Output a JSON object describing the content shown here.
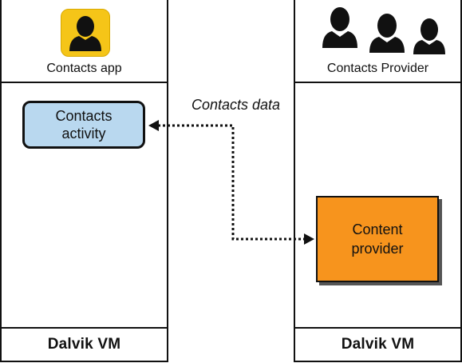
{
  "left_column": {
    "app_label": "Contacts app",
    "activity_box": {
      "line1": "Contacts",
      "line2": "activity"
    },
    "footer": "Dalvik VM",
    "icon": "person-silhouette-icon",
    "icon_color": "#f5c518",
    "box_color": "#b9d8ef"
  },
  "right_column": {
    "app_label": "Contacts Provider",
    "provider_box": {
      "line1": "Content",
      "line2": "provider"
    },
    "footer": "Dalvik VM",
    "icon": "people-group-icon",
    "box_color": "#f7941d"
  },
  "connector": {
    "label": "Contacts data",
    "style": "dotted",
    "direction": "bidirectional"
  }
}
